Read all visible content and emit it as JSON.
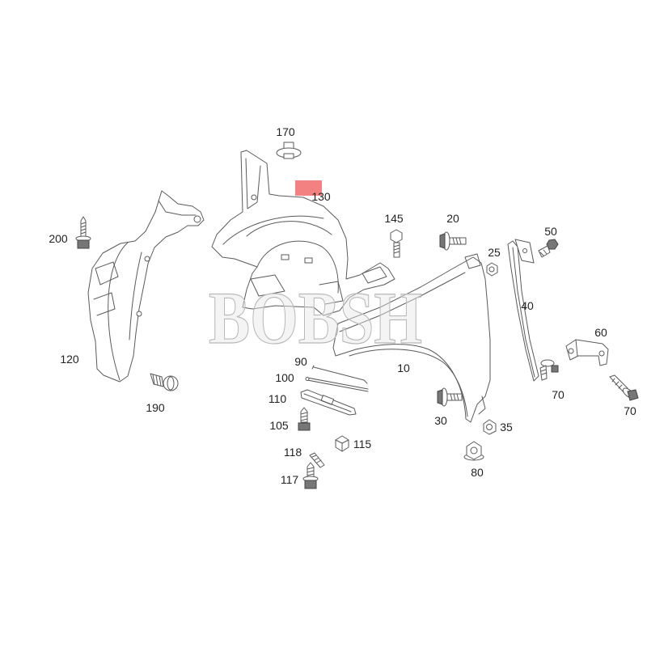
{
  "callouts": [
    "170",
    "130",
    "145",
    "20",
    "50",
    "25",
    "200",
    "40",
    "60",
    "120",
    "90",
    "100",
    "10",
    "110",
    "70",
    "70",
    "190",
    "30",
    "35",
    "105",
    "115",
    "118",
    "80",
    "117"
  ],
  "watermark": "BOBSH",
  "colors": {
    "line": "#5a5a5a",
    "highlight": "#f26b6b",
    "watermark": "#b9b9b9"
  }
}
